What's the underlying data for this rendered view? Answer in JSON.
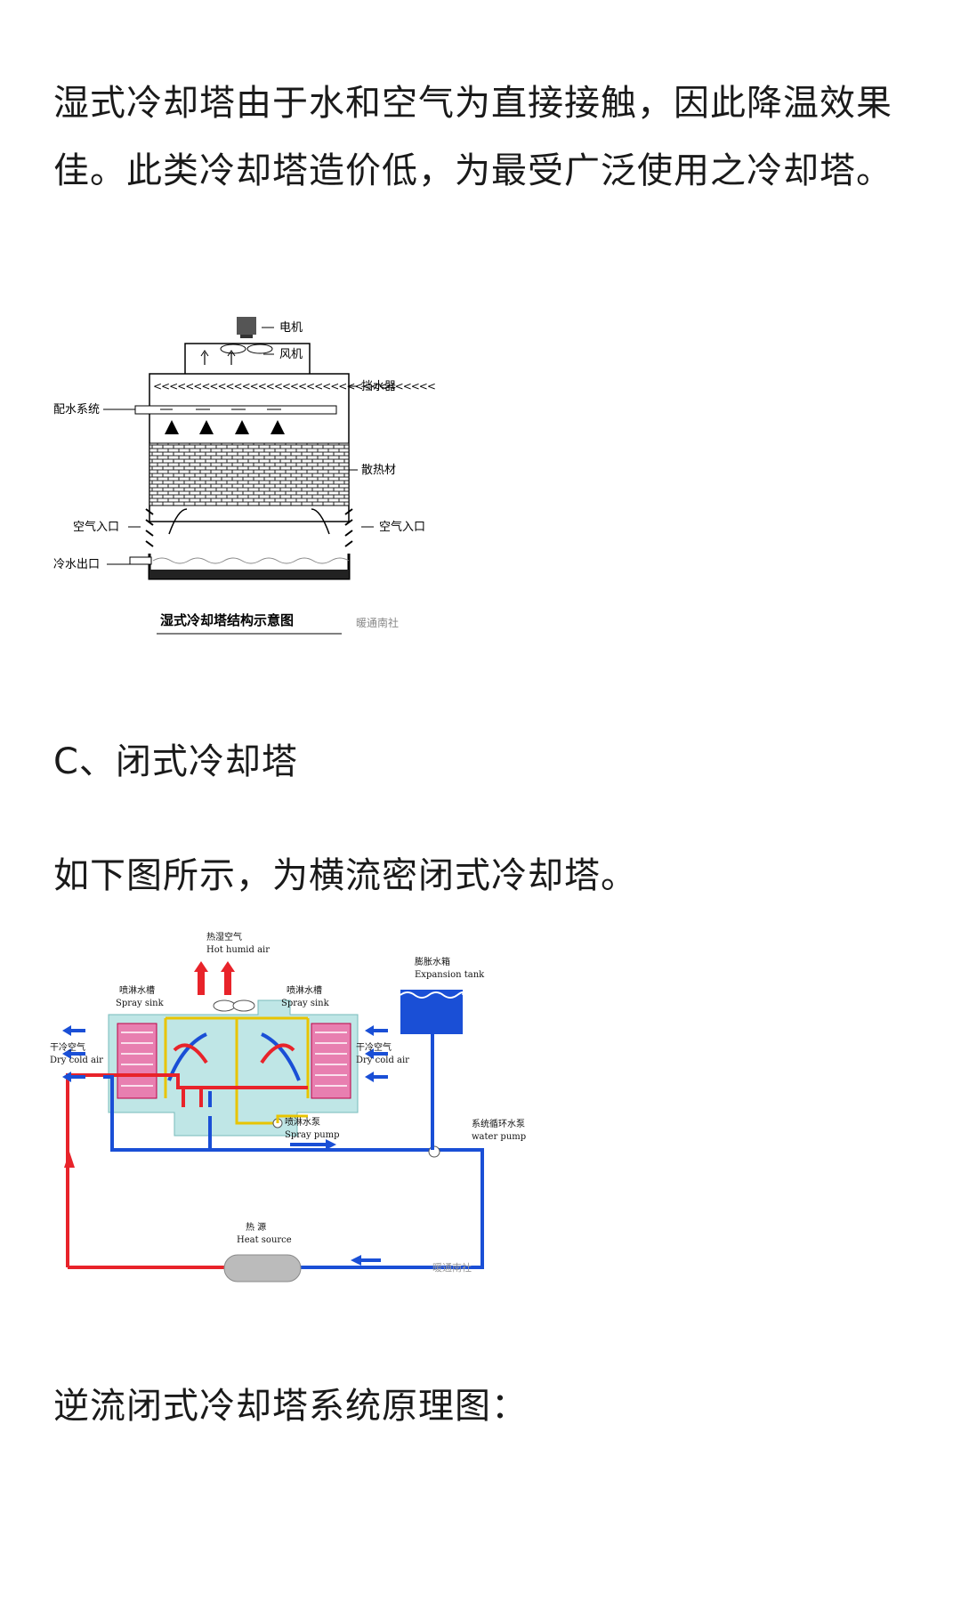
{
  "paragraphs": {
    "p1": "湿式冷却塔由于水和空气为直接接触，因此降温效果佳。此类冷却塔造价低，为最受广泛使用之冷却塔。",
    "heading_c": "C、闭式冷却塔",
    "p2": "如下图所示，为横流密闭式冷却塔。",
    "p3": "逆流闭式冷却塔系统原理图："
  },
  "figure1": {
    "labels": {
      "motor": "电机",
      "fan": "风机",
      "drift_eliminator": "挡水器",
      "water_distribution": "配水系统",
      "fill": "散热材",
      "air_inlet_left": "空气入口",
      "air_inlet_right": "空气入口",
      "cold_water_outlet": "冷水出口"
    },
    "caption": "湿式冷却塔结构示意图",
    "watermark": "暖通南社"
  },
  "figure2": {
    "labels": {
      "hot_humid_air_cn": "热湿空气",
      "hot_humid_air_en": "Hot humid air",
      "spray_sink_left_cn": "喷淋水槽",
      "spray_sink_left_en": "Spray sink",
      "spray_sink_right_cn": "喷淋水槽",
      "spray_sink_right_en": "Spray sink",
      "dry_cold_air_left_cn": "干冷空气",
      "dry_cold_air_left_en": "Dry cold air",
      "dry_cold_air_right_cn": "干冷空气",
      "dry_cold_air_right_en": "Dry cold air",
      "expansion_tank_cn": "膨胀水箱",
      "expansion_tank_en": "Expansion tank",
      "spray_pump_cn": "喷淋水泵",
      "spray_pump_en": "Spray pump",
      "water_pump_cn": "系统循环水泵",
      "water_pump_en": "water pump",
      "heat_source_cn": "热 源",
      "heat_source_en": "Heat source"
    },
    "watermark": "暖通南社",
    "colors": {
      "hot": "#e8232a",
      "cold": "#1a4fd6",
      "spray": "#e8c400",
      "tower": "#bfe6e6"
    }
  }
}
